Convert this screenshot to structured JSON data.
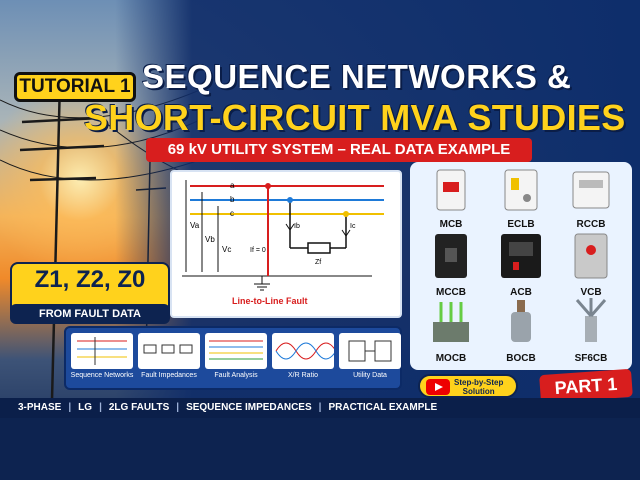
{
  "tutorial_badge": "TUTORIAL 1",
  "title_line1": "SEQUENCE NETWORKS &",
  "title_line2": "SHORT-CIRCUIT MVA STUDIES",
  "subtitle": "69 kV UTILITY SYSTEM – REAL DATA EXAMPLE",
  "diagram": {
    "phase_labels": [
      "a",
      "b",
      "c"
    ],
    "va": "Va",
    "vb": "Vb",
    "vc": "Vc",
    "ib": "Ib",
    "ic": "Ic",
    "if_eq": "If = 0",
    "zf": "Zf",
    "caption": "Line-to-Line Fault"
  },
  "z_badge": {
    "main": "Z1, Z2, Z0",
    "sub": "FROM FAULT DATA"
  },
  "devices": [
    {
      "label": "MCB"
    },
    {
      "label": "ECLB"
    },
    {
      "label": "RCCB"
    },
    {
      "label": "MCCB"
    },
    {
      "label": "ACB"
    },
    {
      "label": "VCB"
    },
    {
      "label": "MOCB"
    },
    {
      "label": "BOCB"
    },
    {
      "label": "SF6CB"
    }
  ],
  "thumbnails": [
    {
      "label": "Sequence Networks"
    },
    {
      "label": "Fault Impedances"
    },
    {
      "label": "Fault Analysis"
    },
    {
      "label": "X/R Ratio"
    },
    {
      "label": "Utility Data"
    }
  ],
  "step_badge": {
    "line1": "Step-by-Step",
    "line2": "Solution"
  },
  "part_badge": "PART 1",
  "bottom_items": [
    "3-PHASE",
    "LG",
    "2LG FAULTS",
    "SEQUENCE IMPEDANCES",
    "PRACTICAL EXAMPLE"
  ],
  "colors": {
    "accent_yellow": "#ffd21c",
    "accent_red": "#d81e1e",
    "navy": "#0d2350",
    "phase_a": "#d81e1e",
    "phase_b": "#1e7ad8",
    "phase_c": "#f0c000"
  }
}
